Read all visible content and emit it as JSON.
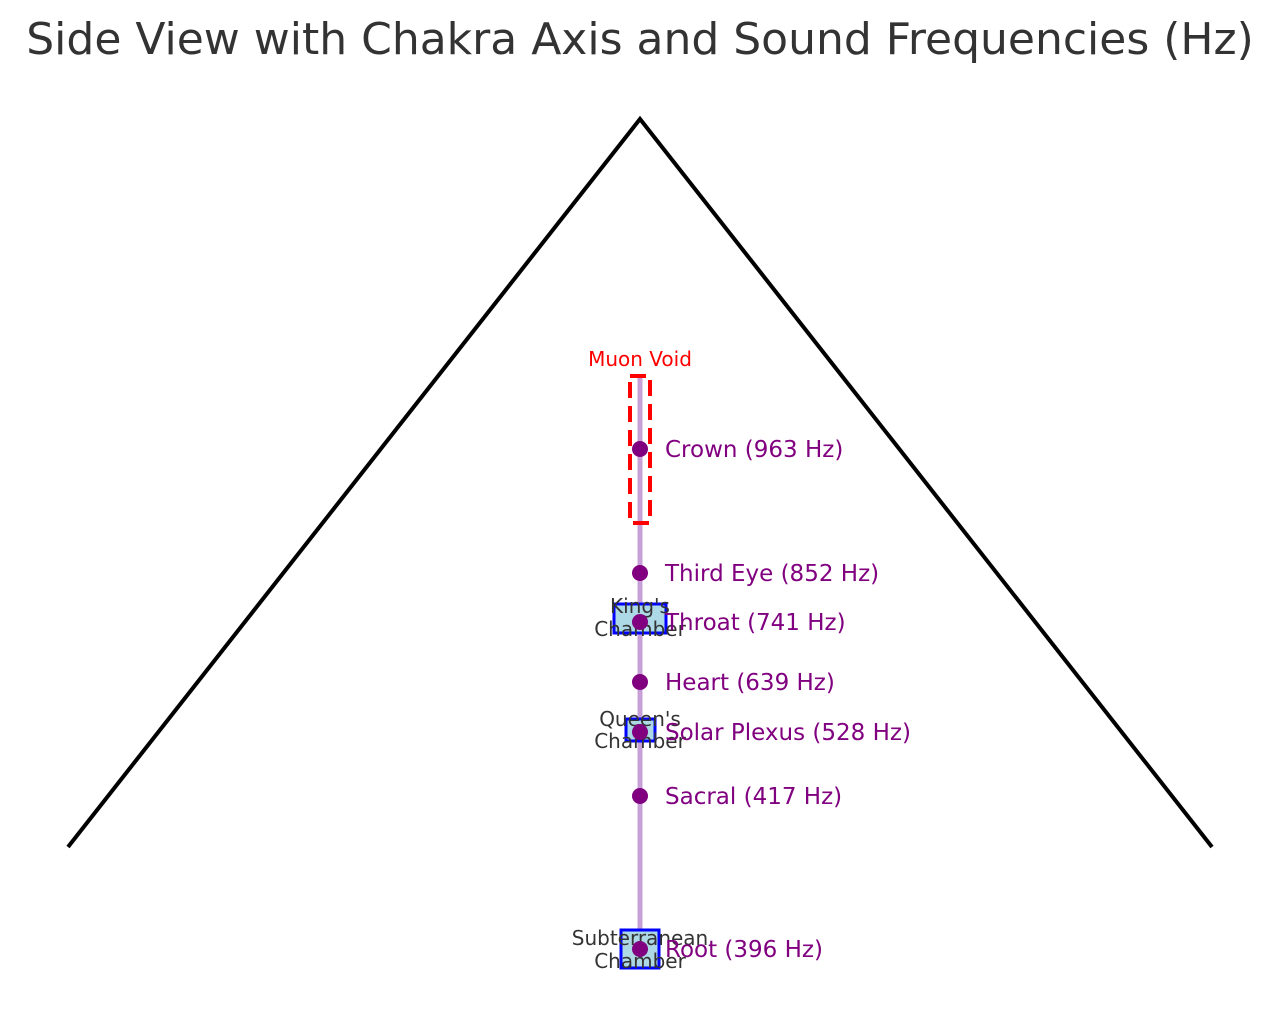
{
  "title": "Side View with Chakra Axis and Sound Frequencies (Hz)",
  "muon_void": {
    "label": "Muon Void",
    "color": "#ff0000"
  },
  "chakras": [
    {
      "key": "crown",
      "label": "Crown (963 Hz)"
    },
    {
      "key": "third-eye",
      "label": "Third Eye (852 Hz)"
    },
    {
      "key": "throat",
      "label": "Throat (741 Hz)"
    },
    {
      "key": "heart",
      "label": "Heart (639 Hz)"
    },
    {
      "key": "solar-plexus",
      "label": "Solar Plexus (528 Hz)"
    },
    {
      "key": "sacral",
      "label": "Sacral (417 Hz)"
    },
    {
      "key": "root",
      "label": "Root (396 Hz)"
    }
  ],
  "chambers": [
    {
      "key": "kings",
      "line1": "King's",
      "line2": "Chamber"
    },
    {
      "key": "queens",
      "line1": "Queen's",
      "line2": "Chamber"
    },
    {
      "key": "subterranean",
      "line1": "Subterranean",
      "line2": "Chamber"
    }
  ],
  "colors": {
    "pyramid": "#000000",
    "axis": "#c8a0d8",
    "chakra": "#800080",
    "chamber_fill": "#add8e6",
    "chamber_edge": "#0000ff",
    "chamber_label": "#333333",
    "title": "#333333"
  }
}
